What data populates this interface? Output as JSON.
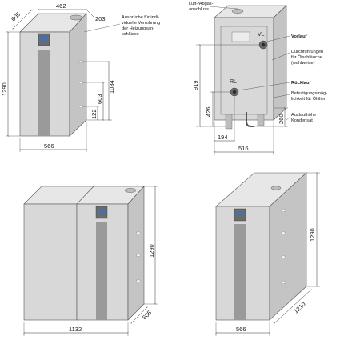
{
  "view_top_left": {
    "dim_depth": "605",
    "dim_width_top": "462",
    "dim_203": "203",
    "dim_height": "1290",
    "dim_1084": "1084",
    "dim_603": "603",
    "dim_122": "122",
    "dim_width_bottom": "566",
    "note_knockouts": [
      "Ausbrüche für indi-",
      "viduelle Verrohrung",
      "der Heizungsan-",
      "schlüsse"
    ]
  },
  "view_top_right": {
    "label_flue": [
      "Luft-/Abgas-",
      "anschluss"
    ],
    "label_vl": "VL",
    "label_rl": "RL",
    "label_vorlauf": "Vorlauf",
    "label_oil_hoses": [
      "Durchführungen",
      "für Ölschläuche",
      "(wahlweise)"
    ],
    "label_ruecklauf": "Rücklauf",
    "label_filter": [
      "Befestigungsmög-",
      "lichkeit für Ölfilter"
    ],
    "label_condensate": [
      "Auslaufhöhe",
      "Kondensat"
    ],
    "dim_919": "919",
    "dim_426": "426",
    "dim_260": "260",
    "dim_194": "194",
    "dim_516": "516"
  },
  "view_bottom_left": {
    "dim_width": "1132",
    "dim_height": "1290",
    "dim_depth": "605"
  },
  "view_bottom_right": {
    "dim_width": "566",
    "dim_height": "1290",
    "dim_depth": "1210"
  },
  "colors": {
    "panel_front": "#d8d8d8",
    "panel_side": "#c4c4c4",
    "panel_top": "#e7e7e7",
    "stripe": "#9a9a9a",
    "display_screen": "#4a6fa5"
  }
}
